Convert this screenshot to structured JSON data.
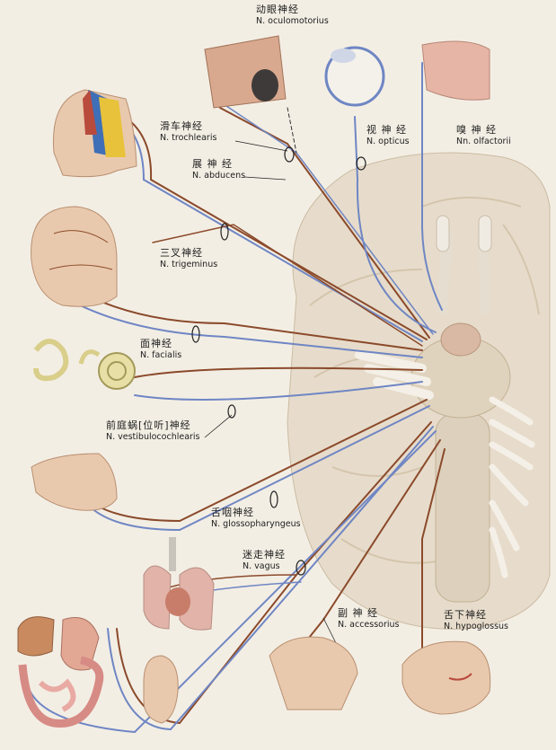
{
  "labels": {
    "oculomotorius": {
      "zh": "动眼神经",
      "la": "N. oculomotorius"
    },
    "trochlearis": {
      "zh": "滑车神经",
      "la": "N. trochlearis"
    },
    "abducens": {
      "zh": "展 神 经",
      "la": "N. abducens"
    },
    "opticus": {
      "zh": "视 神 经",
      "la": "N. opticus"
    },
    "olfactorii": {
      "zh": "嗅 神 经",
      "la": "Nn. olfactorii"
    },
    "trigeminus": {
      "zh": "三叉神经",
      "la": "N. trigeminus"
    },
    "facialis": {
      "zh": "面神经",
      "la": "N. facialis"
    },
    "vestibulocochlearis": {
      "zh": "前庭蜗[位听]神经",
      "la": "N. vestibulocochlearis"
    },
    "glossopharyngeus": {
      "zh": "舌咽神经",
      "la": "N. glossopharyngeus"
    },
    "vagus": {
      "zh": "迷走神经",
      "la": "N. vagus"
    },
    "accessorius": {
      "zh": "副 神 经",
      "la": "N. accessorius"
    },
    "hypoglossus": {
      "zh": "舌下神经",
      "la": "N. hypoglossus"
    }
  },
  "colors": {
    "background": "#f3eee4",
    "brain": "#e7dccb",
    "motor_nerve": "#8b4a2b",
    "sensory_nerve": "#6f86c4",
    "nerve_white": "#f7f4ee",
    "skin": "#e9c9ad",
    "organ": "#c77d6a"
  }
}
